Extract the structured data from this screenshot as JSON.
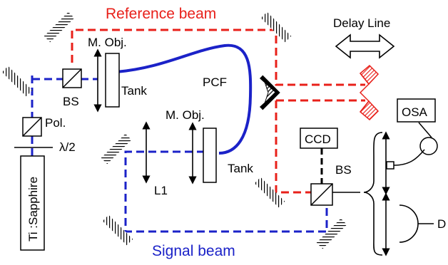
{
  "labels": {
    "reference_beam": "Reference beam",
    "signal_beam": "Signal beam",
    "delay_line": "Delay Line",
    "mobj_top": "M. Obj.",
    "mobj_mid": "M. Obj.",
    "pcf": "PCF",
    "tank_top": "Tank",
    "tank_mid": "Tank",
    "bs_left": "BS",
    "bs_right": "BS",
    "pol": "Pol.",
    "half_wave": "λ/2",
    "laser": "Ti :Sapphire",
    "l1": "L1",
    "osa": "OSA",
    "ccd": "CCD",
    "detector": "D"
  },
  "colors": {
    "reference_beam": "#e8201a",
    "signal_beam": "#1b22c8",
    "pcf_fiber": "#1b22c8",
    "optics": "#000000",
    "mirror_hatch": "#000000"
  },
  "icons": {
    "mirror": "hatched-mirror-icon",
    "beam_splitter": "beam-splitter-cube-icon",
    "lens": "double-arrow-lens-icon",
    "delay_arrow": "double-headed-arrow-icon",
    "osa_coupler": "fiber-loop-icon",
    "detector": "half-circle-detector-icon"
  }
}
